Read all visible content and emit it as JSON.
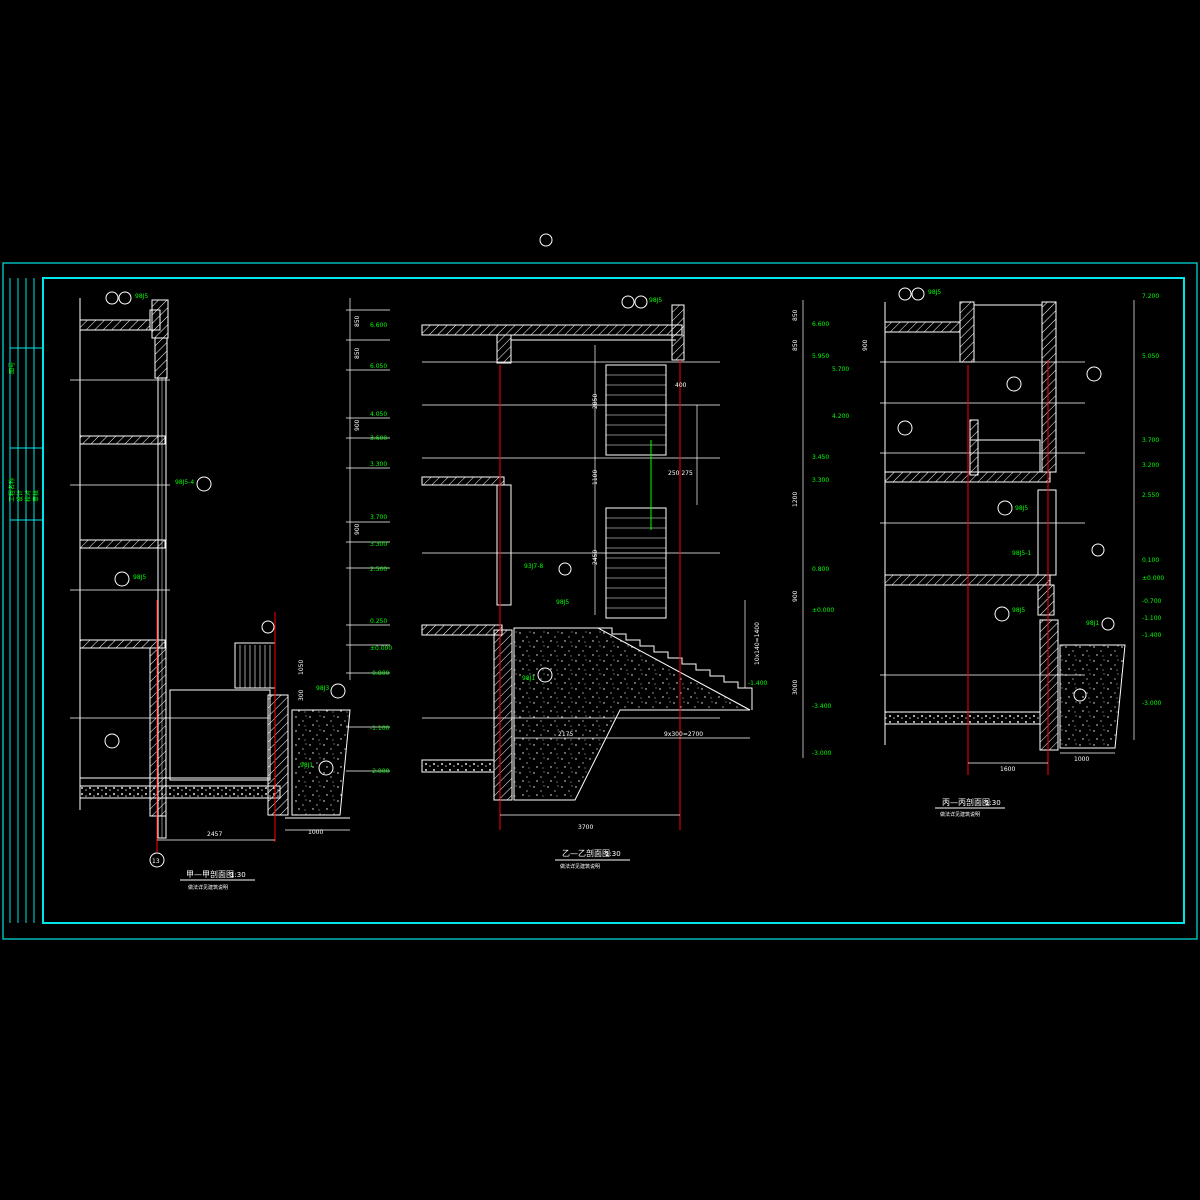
{
  "colors": {
    "background": "#000000",
    "frame": "#00e5e5",
    "line": "#ffffff",
    "dimension": "#00ff00",
    "axis": "#ff0000",
    "hatch": "#ffffff"
  },
  "title_block": {
    "rows": [
      "图号",
      "工程名称",
      "设计",
      "校对",
      "审核"
    ]
  },
  "sections": {
    "left": {
      "title": "甲—甲剖面图",
      "scale": "1:30",
      "note": "做法详见建筑说明",
      "axis_label": "13",
      "dims": {
        "width": "2457",
        "ground": "1000",
        "vertical_a": "1050",
        "vertical_b": "300"
      },
      "elevations": [
        "6.600",
        "6.050",
        "4.050",
        "3.600",
        "3.300",
        "3.700",
        "3.300",
        "2.500",
        "0.250",
        "±0.000",
        "-0.800",
        "-1.100",
        "-2.000"
      ],
      "vertical_dims": [
        "850",
        "850",
        "900",
        "900"
      ],
      "callouts": [
        "98J5",
        "98J5-4",
        "98J5",
        "98J3",
        "98J1"
      ]
    },
    "middle": {
      "title": "乙—乙剖面图",
      "scale": "1:30",
      "note": "做法详见建筑说明",
      "dims": {
        "width": "3700",
        "run": "9x300=2700",
        "run_left": "2175",
        "rise": "10x140=1400",
        "h1": "2850",
        "h2": "1100",
        "h3": "2450",
        "top": "400",
        "step": "250 275"
      },
      "elevations": [
        "-1.400"
      ],
      "callouts": [
        "98J5",
        "93J7-8",
        "98J5",
        "98J1"
      ]
    },
    "right": {
      "title": "丙—丙剖面图",
      "scale": "1:30",
      "note": "做法详见建筑说明",
      "dims": {
        "width_a": "1600",
        "width_b": "1000",
        "height": "3000",
        "v1": "1200",
        "v2": "900",
        "v3": "900",
        "v4": "850",
        "v5": "850"
      },
      "elevations_left": [
        "6.600",
        "5.950",
        "5.700",
        "4.200",
        "3.450",
        "3.300",
        "0.800",
        "±0.000",
        "-3.400",
        "-3.000"
      ],
      "elevations_right": [
        "7.200",
        "5.050",
        "3.700",
        "3.200",
        "2.550",
        "0.100",
        "±0.000",
        "-0.700",
        "-1.100",
        "-1.400",
        "-3.000"
      ],
      "callouts": [
        "98J5",
        "98J5-1",
        "98J5",
        "98J5",
        "98J1"
      ]
    }
  }
}
